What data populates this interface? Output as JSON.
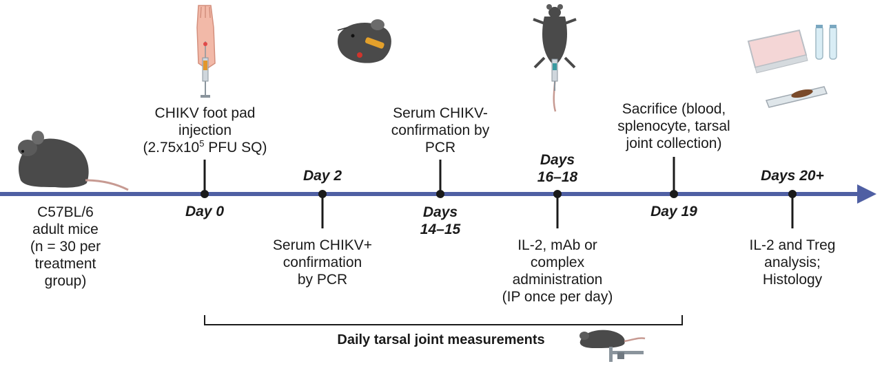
{
  "timeline": {
    "start_label": "C57BL/6\nadult mice\n(n = 30 per\ntreatment\ngroup)",
    "events": [
      {
        "day": "Day 0",
        "description_line1": "CHIKV foot pad",
        "description_line2": "injection",
        "description_line3_prefix": "(2.75x10",
        "description_line3_sup": "5",
        "description_line3_suffix": " PFU SQ)"
      },
      {
        "day": "Day 2",
        "description": "Serum CHIKV+\nconfirmation\nby PCR"
      },
      {
        "day": "Days\n14–15",
        "description": "Serum CHIKV-\nconfirmation by\nPCR"
      },
      {
        "day": "Days\n16–18",
        "description": "IL-2, mAb or\ncomplex\nadministration\n(IP once per day)"
      },
      {
        "day": "Day 19",
        "description": "Sacrifice (blood,\nsplenocyte, tarsal\njoint collection)"
      },
      {
        "day": "Days 20+",
        "description": "IL-2 and Treg\nanalysis;\nHistology"
      }
    ],
    "bracket_label": "Daily tarsal joint measurements"
  },
  "colors": {
    "axis": "#4f5fa3",
    "text": "#1a1a1a",
    "tick": "#1a1a1a",
    "mouse": "#4a4a4a",
    "tail": "#c79a92"
  }
}
